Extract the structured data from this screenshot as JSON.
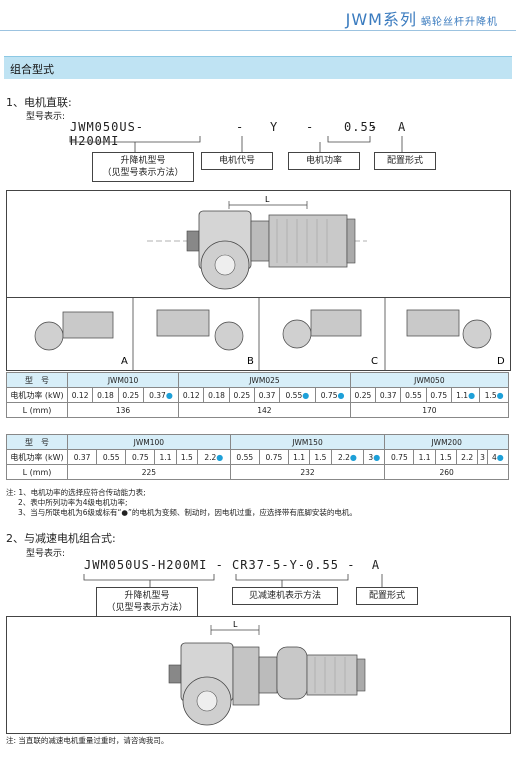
{
  "header": {
    "series": "JWM系列",
    "subtitle": "蜗轮丝杆升降机"
  },
  "section_title": "组合型式",
  "part1": {
    "heading": "1、电机直联:",
    "model_label": "型号表示:",
    "model_code": [
      "JWM050US-H200MI",
      "-",
      "Y",
      "-",
      "0.55",
      "-",
      "A"
    ],
    "box_lift_l1": "升降机型号",
    "box_lift_l2": "（见型号表示方法）",
    "box_motor_code": "电机代号",
    "box_motor_power": "电机功率",
    "box_config": "配置形式",
    "dim_L": "L",
    "configs": [
      "A",
      "B",
      "C",
      "D"
    ]
  },
  "table1": {
    "col_model": "型　号",
    "row_power": "电机功率 (kW)",
    "row_L": "L (mm)",
    "models": [
      "JWM010",
      "JWM025",
      "JWM050"
    ],
    "powers": [
      [
        "0.12",
        "0.18",
        "0.25",
        "0.37"
      ],
      [
        "0.12",
        "0.18",
        "0.25",
        "0.37",
        "0.55",
        "0.75"
      ],
      [
        "0.25",
        "0.37",
        "0.55",
        "0.75",
        "1.1",
        "1.5"
      ]
    ],
    "L_values": [
      "136",
      "142",
      "170"
    ]
  },
  "table2": {
    "col_model": "型　号",
    "row_power": "电机功率 (kW)",
    "row_L": "L (mm)",
    "models": [
      "JWM100",
      "JWM150",
      "JWM200"
    ],
    "powers": [
      [
        "0.37",
        "0.55",
        "0.75",
        "1.1",
        "1.5",
        "2.2"
      ],
      [
        "0.55",
        "0.75",
        "1.1",
        "1.5",
        "2.2",
        "3"
      ],
      [
        "0.75",
        "1.1",
        "1.5",
        "2.2",
        "3",
        "4"
      ]
    ],
    "L_values": [
      "225",
      "232",
      "260"
    ]
  },
  "notes1": [
    "注: 1、电机功率的选择应符合传动能力表;",
    "2、表中所列功率为4级电机功率;",
    "3、当与所联电机为6级或标有“●”的电机为变频、制动时，因电机过重，应选择带有底脚安装的电机。"
  ],
  "part2": {
    "heading": "2、与减速电机组合式:",
    "model_label": "型号表示:",
    "model_code": "JWM050US-H200MI - CR37-5-Y-0.55 -  A",
    "box_lift_l1": "升降机型号",
    "box_lift_l2": "（见型号表示方法）",
    "box_reducer": "见减速机表示方法",
    "box_config": "配置形式",
    "dim_L": "L"
  },
  "note2": "注: 当直联的减速电机重量过重时，请咨询我司。",
  "colors": {
    "accent": "#3a7bbf",
    "bar": "#bfe3f3",
    "table_head": "#d7eef8",
    "dot": "#1ea0d8"
  }
}
